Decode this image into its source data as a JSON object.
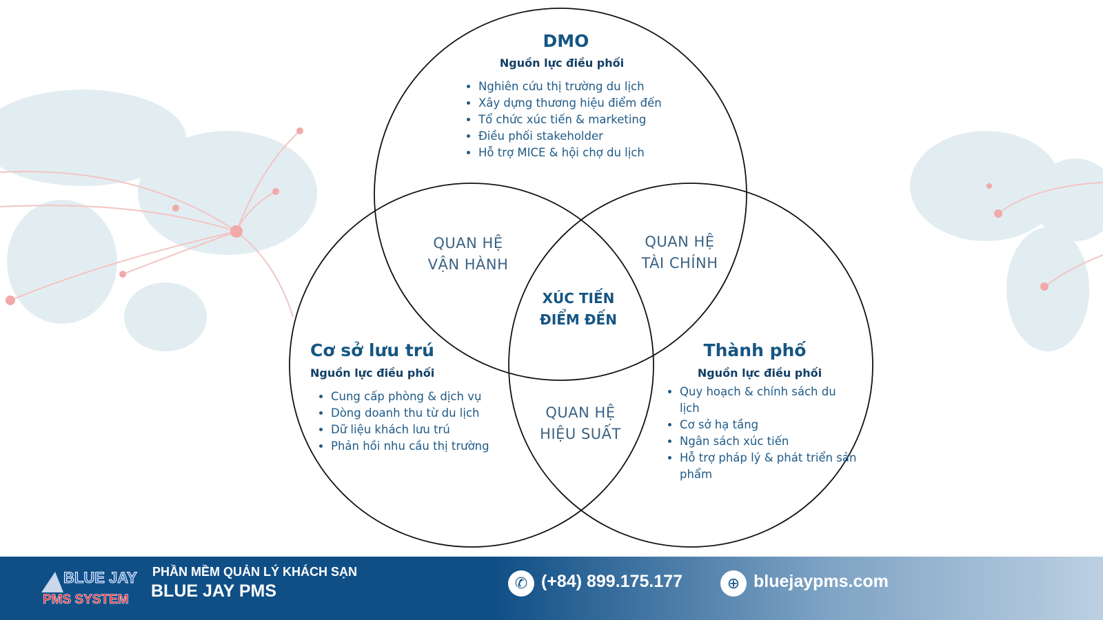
{
  "dmo": {
    "title": "DMO",
    "subtitle": "Nguồn lực điều phối",
    "items": [
      "Nghiên cứu thị trường du lịch",
      "Xây dựng thương hiệu điểm đến",
      "Tổ chức xúc tiến & marketing",
      "Điều phối stakeholder",
      "Hỗ trợ MICE & hội chợ du lịch"
    ]
  },
  "lodging": {
    "title": "Cơ sở lưu trú",
    "subtitle": "Nguồn lực điều phối",
    "items": [
      "Cung cấp phòng & dịch vụ",
      "Dòng doanh thu từ du lịch",
      "Dữ liệu khách lưu trú",
      "Phản hồi nhu cầu thị trường"
    ]
  },
  "city": {
    "title": "Thành phố",
    "subtitle": "Nguồn lực điều phối",
    "items": [
      "Quy hoạch & chính sách du lịch",
      "Cơ sở hạ tầng",
      "Ngân sách xúc tiến",
      "Hỗ trợ pháp lý & phát triển sản phẩm"
    ]
  },
  "overlaps": {
    "operations": [
      "QUAN HỆ",
      "VẬN HÀNH"
    ],
    "finance": [
      "QUAN HỆ",
      "TÀI CHÍNH"
    ],
    "performance": [
      "QUAN HỆ",
      "HIỆU SUẤT"
    ],
    "center": [
      "XÚC TIẾN",
      "ĐIỂM ĐẾN"
    ]
  },
  "footer": {
    "logo_top": "BLUE JAY",
    "logo_bottom": "PMS SYSTEM",
    "tagline": "PHẦN MỀM QUẢN LÝ KHÁCH SẠN",
    "brand": "BLUE JAY PMS",
    "phone": "(+84) 899.175.177",
    "website": "bluejaypms.com",
    "phone_icon": "phone-icon",
    "web_icon": "globe-icon"
  },
  "colors": {
    "heading": "#165582",
    "footer": "#0f4f86",
    "map": "#dde9ee",
    "route": "#f2b8b8"
  }
}
